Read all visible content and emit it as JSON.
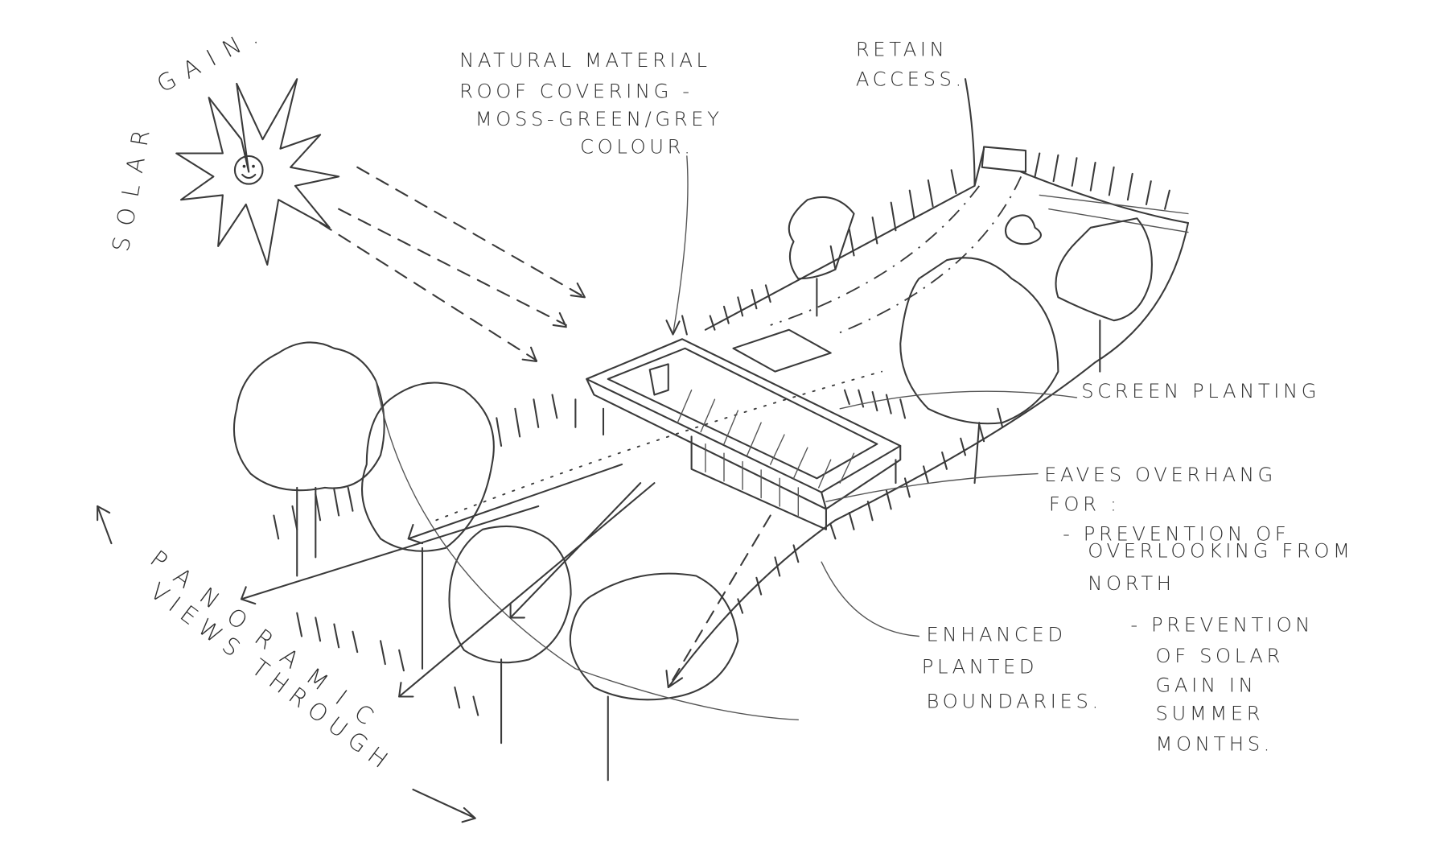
{
  "labels": {
    "solar": "SOLAR",
    "gain": "GAIN.",
    "roof": [
      "NATURAL MATERIAL",
      "ROOF COVERING -",
      "MOSS-GREEN/GREY",
      "COLOUR."
    ],
    "access": [
      "RETAIN",
      "ACCESS."
    ],
    "screen": "SCREEN PLANTING",
    "eaves": [
      "EAVES OVERHANG",
      "FOR :",
      "- PREVENTION OF",
      "OVERLOOKING FROM",
      "NORTH"
    ],
    "boundaries": [
      "ENHANCED",
      "PLANTED",
      "BOUNDARIES."
    ],
    "solar_prevention": [
      "- PREVENTION",
      "OF SOLAR",
      "GAIN IN",
      "SUMMER",
      "MONTHS."
    ],
    "panoramic": "PANORAMIC",
    "views": "VIEWS THROUGH"
  },
  "colors": {
    "ink": "#3a3a3a",
    "paper": "#ffffff"
  }
}
